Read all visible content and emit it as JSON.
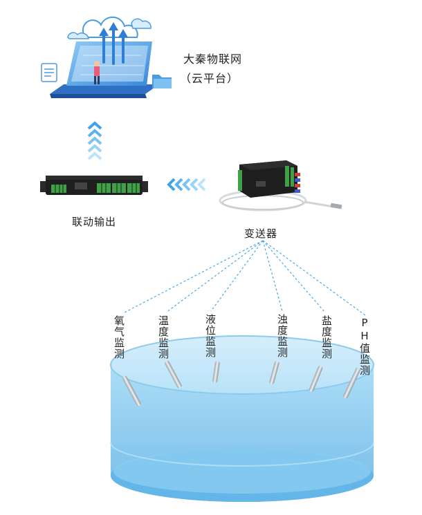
{
  "cloud": {
    "title": "大秦物联网",
    "subtitle": "（云平台）"
  },
  "linkage": {
    "label": "联动输出"
  },
  "transmitter": {
    "label": "变送器"
  },
  "sensors": [
    {
      "label": "氧气监测"
    },
    {
      "label": "温度监测"
    },
    {
      "label": "液位监测"
    },
    {
      "label": "浊度监测"
    },
    {
      "label": "盐度监测"
    },
    {
      "label": "PH值监测"
    }
  ],
  "colors": {
    "accent": "#4aa8e6",
    "arrow": "#5bb6ef",
    "water": "#8ccbec",
    "device": "#222222"
  },
  "icons": [
    "cloud-laptop-icon",
    "document-icon",
    "folder-icon",
    "up-arrows-icon",
    "left-arrows-icon",
    "linkage-device-icon",
    "transmitter-device-icon",
    "water-tank-icon",
    "sensor-probe-icon"
  ]
}
